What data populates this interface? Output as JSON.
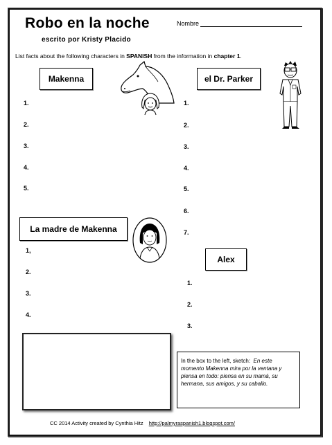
{
  "header": {
    "title": "Robo en la noche",
    "subtitle": "escrito por Kristy Placido",
    "name_label": "Nombre"
  },
  "instructions": {
    "before": "List facts about the following characters in ",
    "lang": "SPANISH",
    "middle": " from the information in ",
    "chapter": "chapter 1",
    "end": "."
  },
  "characters": {
    "makenna": {
      "label": "Makenna",
      "numbers": [
        "1.",
        "2.",
        "3.",
        "4.",
        "5."
      ]
    },
    "parker": {
      "label": "el Dr. Parker",
      "numbers": [
        "1.",
        "2.",
        "3.",
        "4.",
        "5.",
        "6.",
        "7."
      ]
    },
    "madre": {
      "label": "La madre de Makenna",
      "numbers": [
        "1,",
        "2.",
        "3.",
        "4."
      ]
    },
    "alex": {
      "label": "Alex",
      "numbers": [
        "1.",
        "2.",
        "3."
      ]
    }
  },
  "prompt": {
    "lead": "In the box to the left, sketch:",
    "body": "En este momento Makenna mira por la ventana y piensa en todo: piensa en su mamá, su hermana, sus amigos, y su caballo."
  },
  "footer": {
    "credit": "CC 2014   Activity created by Cynthia Hitz",
    "link": "http://palmyraspanish1.blogspot.com/"
  }
}
